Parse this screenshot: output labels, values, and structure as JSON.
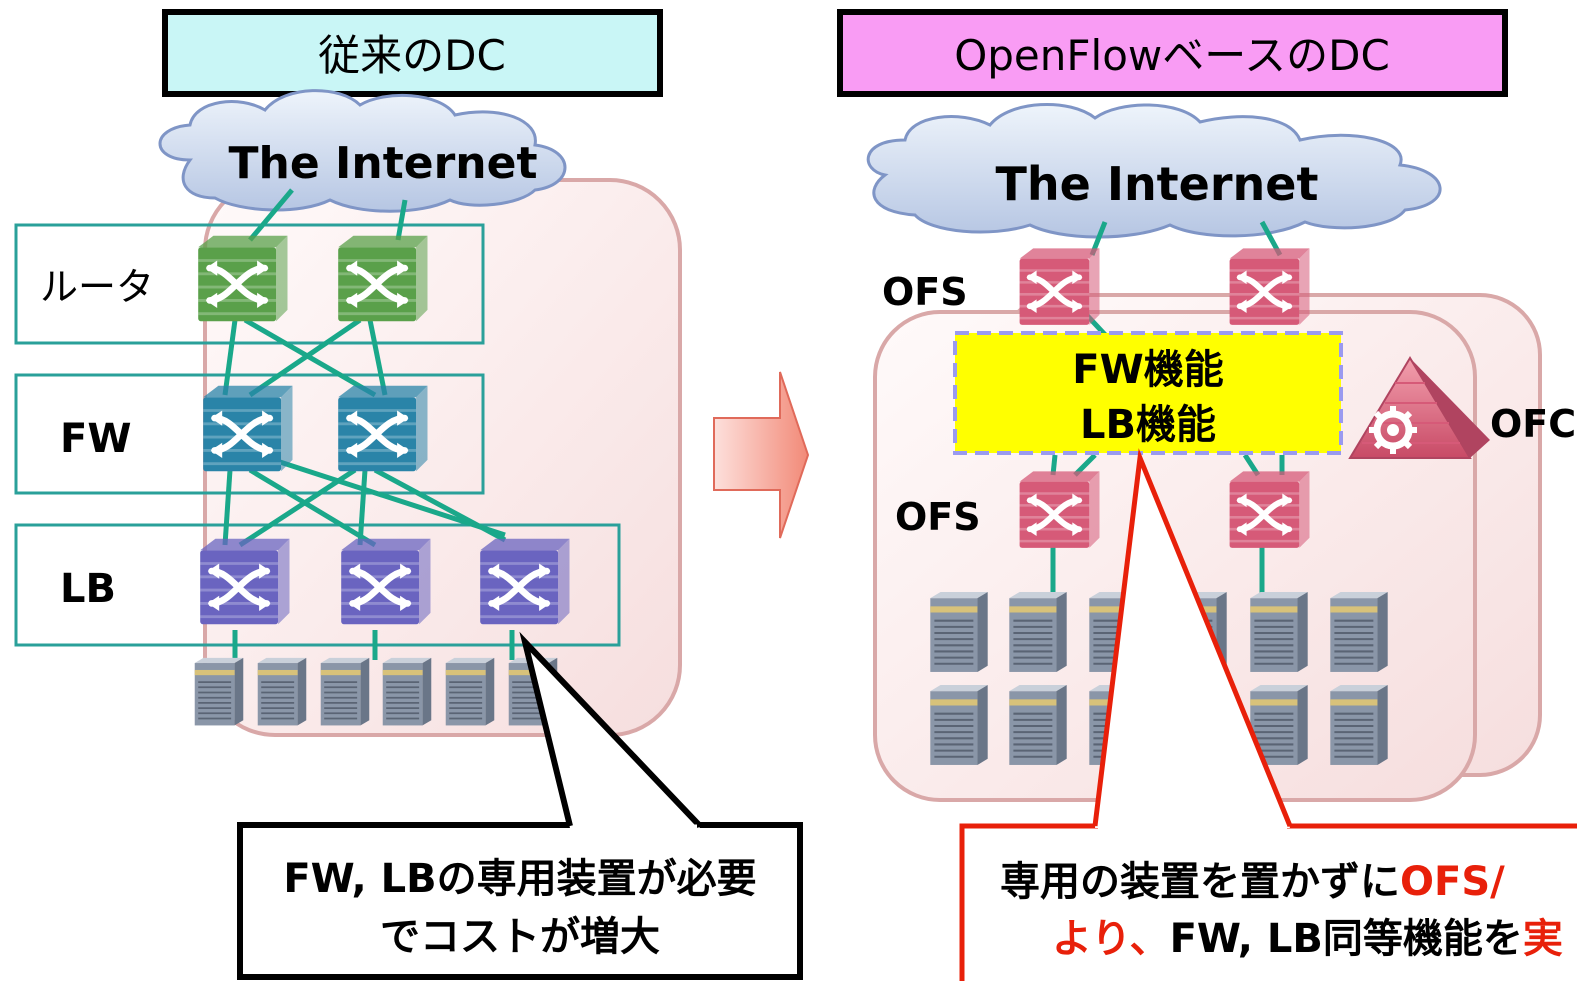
{
  "left": {
    "title": "従来のDC",
    "internet": "The Internet",
    "rows": {
      "router": "ルータ",
      "fw": "FW",
      "lb": "LB"
    },
    "callout": {
      "line1": "FW, LBの専用装置が必要",
      "line2": "でコストが増大"
    }
  },
  "right": {
    "title": "OpenFlowベースのDC",
    "internet": "The Internet",
    "ofs_top": "OFS",
    "ofs_bottom": "OFS",
    "ofc": "OFC",
    "function_box": {
      "line1": "FW機能",
      "line2": "LB機能"
    },
    "callout": {
      "line1_black": "専用の装置を置かずに",
      "line1_red": "OFS/",
      "line2_red_a": "より、",
      "line2_black": "FW, LB同等機能を",
      "line2_red_b": "実"
    }
  },
  "colors": {
    "left_title_bg": "#c9f6f6",
    "right_title_bg": "#f99cf4",
    "router_switch": "#5aa04a",
    "fw_switch": "#2a84a8",
    "lb_switch": "#6a64c0",
    "ofs_switch": "#d65a78",
    "function_box_bg": "#ffff00",
    "function_box_border": "#9a9af0",
    "callout_red": "#e8200a",
    "link_teal": "#1aa88a",
    "row_border": "#2aa09a",
    "dc_pane": "#fbeeee"
  },
  "icons": {
    "switch": "switch-icon",
    "server": "server-icon",
    "controller": "controller-gear-icon",
    "cloud": "cloud-icon",
    "arrow": "right-arrow-icon"
  }
}
